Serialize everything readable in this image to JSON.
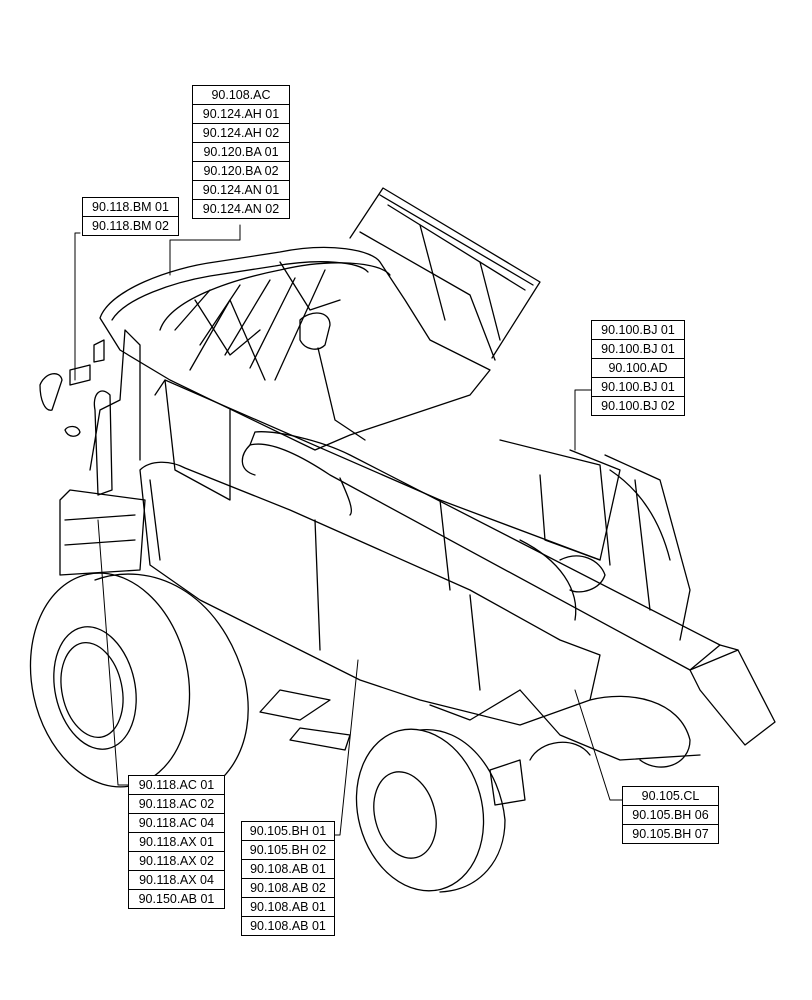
{
  "callouts": {
    "top": [
      "90.108.AC",
      "90.124.AH 01",
      "90.124.AH 02",
      "90.120.BA 01",
      "90.120.BA 02",
      "90.124.AN 01",
      "90.124.AN 02"
    ],
    "left_upper": [
      "90.118.BM 01",
      "90.118.BM 02"
    ],
    "right_upper": [
      "90.100.BJ 01",
      "90.100.BJ 01",
      "90.100.AD",
      "90.100.BJ 01",
      "90.100.BJ 02"
    ],
    "left_lower": [
      "90.118.AC 01",
      "90.118.AC 02",
      "90.118.AC 04",
      "90.118.AX 01",
      "90.118.AX 02",
      "90.118.AX 04",
      "90.150.AB 01"
    ],
    "center_lower": [
      "90.105.BH 01",
      "90.105.BH 02",
      "90.108.AB 01",
      "90.108.AB 02",
      "90.108.AB 01",
      "90.108.AB 01"
    ],
    "right_lower": [
      "90.105.CL",
      "90.105.BH 06",
      "90.105.BH 07"
    ]
  },
  "colors": {
    "line": "#000000",
    "background": "#ffffff"
  }
}
